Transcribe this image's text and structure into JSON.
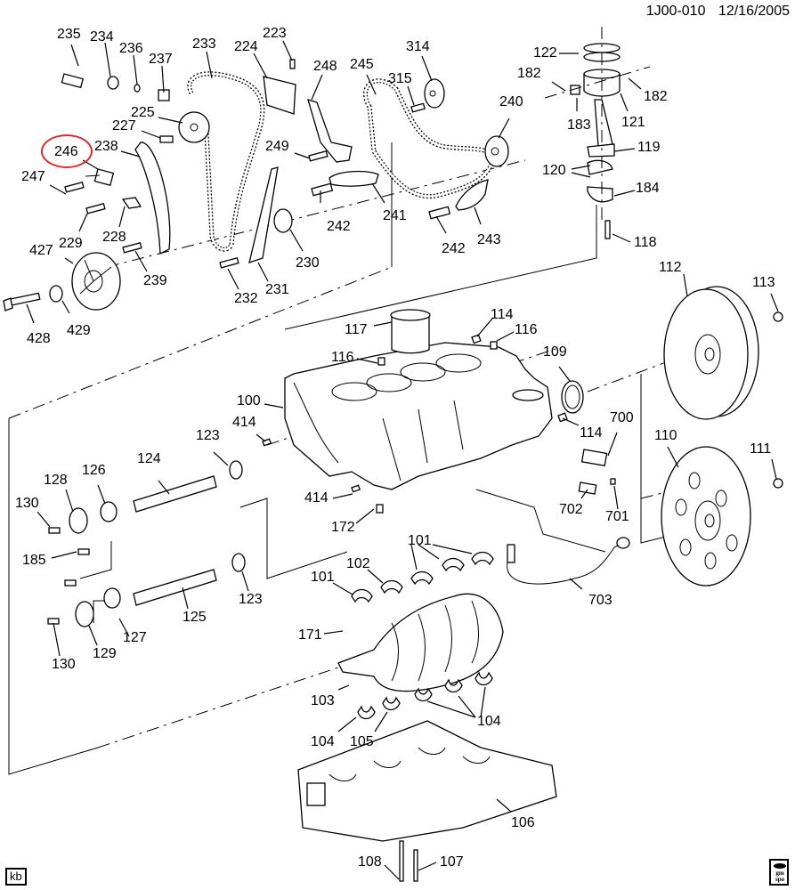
{
  "header": {
    "diagram_id": "1J00-010",
    "date": "12/16/2005"
  },
  "footer": {
    "initials_badge": "kb",
    "logo": {
      "name": "gm-spo-logo",
      "line1": "gm",
      "line2": "spo"
    }
  },
  "highlight": {
    "callout": "246",
    "color": "#d62a2a"
  },
  "callouts": {
    "c235": "235",
    "c234": "234",
    "c236": "236",
    "c237": "237",
    "c233": "233",
    "c224": "224",
    "c223": "223",
    "c248": "248",
    "c245": "245",
    "c314": "314",
    "c315": "315",
    "c240": "240",
    "c225": "225",
    "c227": "227",
    "c246": "246",
    "c238": "238",
    "c247": "247",
    "c249": "249",
    "c229": "229",
    "c228": "228",
    "c242a": "242",
    "c241": "241",
    "c242b": "242",
    "c243": "243",
    "c427": "427",
    "c239": "239",
    "c230": "230",
    "c232": "232",
    "c231": "231",
    "c428": "428",
    "c429": "429",
    "c122": "122",
    "c182a": "182",
    "c182b": "182",
    "c183": "183",
    "c121": "121",
    "c119": "119",
    "c120": "120",
    "c184": "184",
    "c118": "118",
    "c112": "112",
    "c113": "113",
    "c117": "117",
    "c114a": "114",
    "c116a": "116",
    "c116b": "116",
    "c109": "109",
    "c100": "100",
    "c414a": "414",
    "c123a": "123",
    "c124": "124",
    "c128": "128",
    "c126": "126",
    "c130a": "130",
    "c114b": "114",
    "c700": "700",
    "c110": "110",
    "c111": "111",
    "c414b": "414",
    "c172": "172",
    "c702": "702",
    "c701": "701",
    "c185": "185",
    "c101a": "101",
    "c101b": "101",
    "c102": "102",
    "c123b": "123",
    "c703": "703",
    "c125": "125",
    "c171": "171",
    "c127": "127",
    "c129": "129",
    "c130b": "130",
    "c103": "103",
    "c104a": "104",
    "c105": "105",
    "c104b": "104",
    "c106": "106",
    "c108": "108",
    "c107": "107"
  }
}
